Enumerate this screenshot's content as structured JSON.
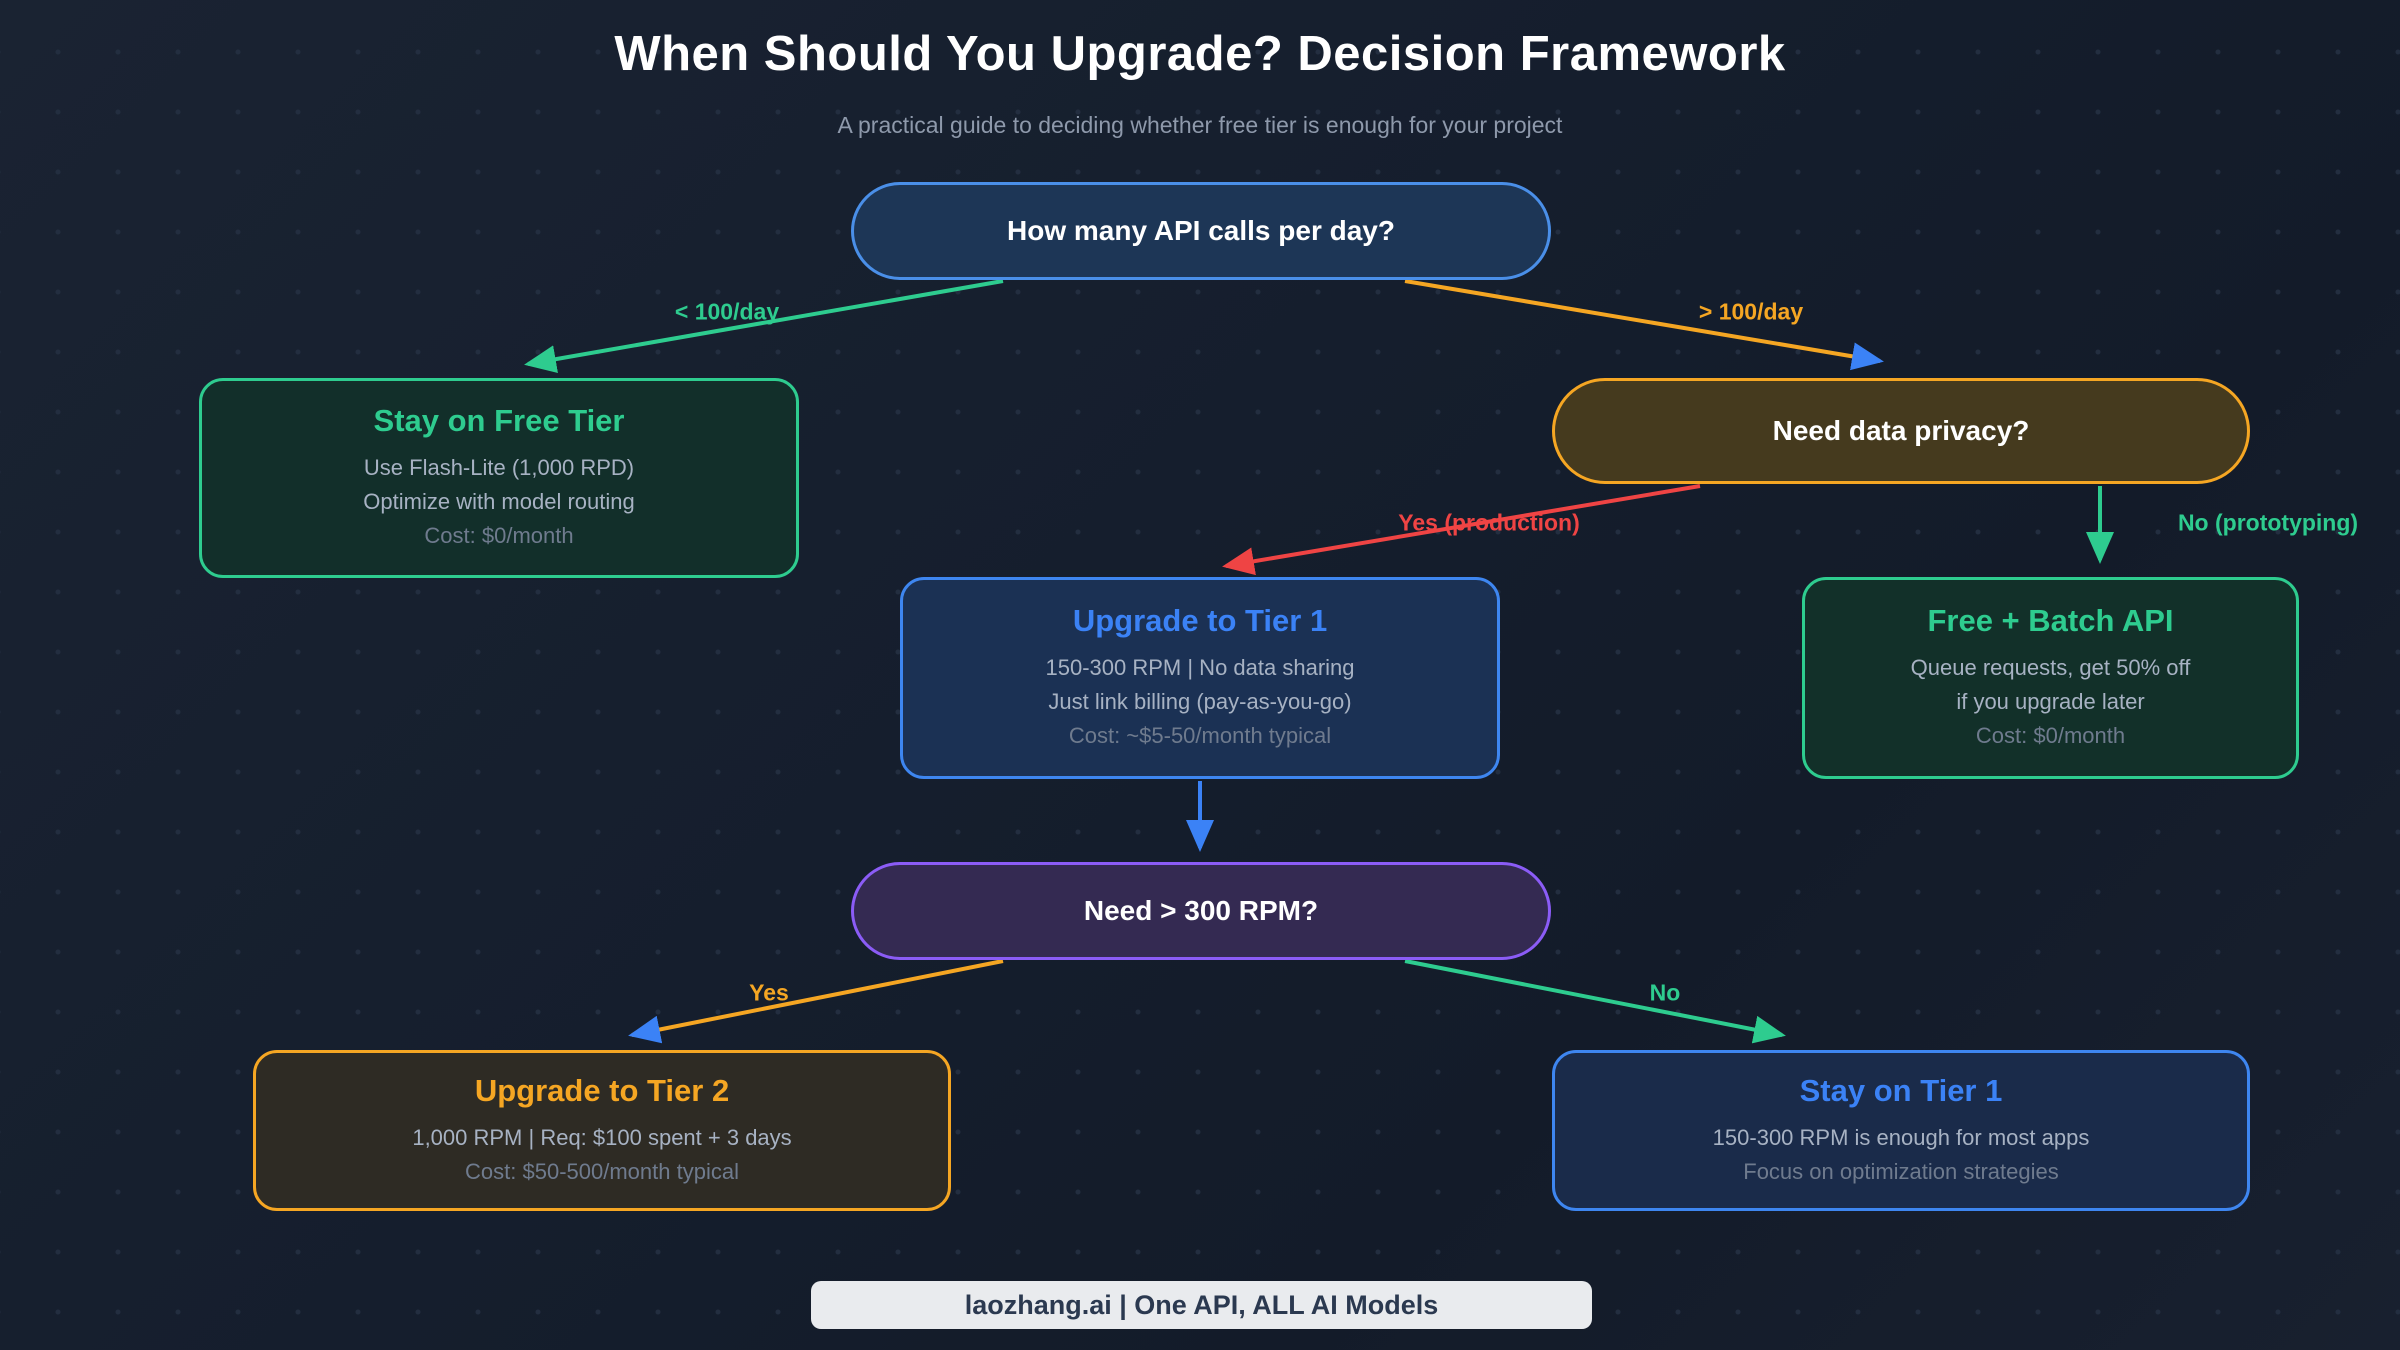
{
  "page": {
    "title": "When Should You Upgrade? Decision Framework",
    "subtitle": "A practical guide to deciding whether free tier is enough for your project",
    "footer": "laozhang.ai | One API, ALL AI Models"
  },
  "colors": {
    "background": "#151e2d",
    "green": "#2ecc8f",
    "orange": "#f5a623",
    "blue": "#3b82f6",
    "purple": "#8b5cf6",
    "red": "#ef4444",
    "body_text": "#a7b2c3",
    "muted_text": "#6f7b8e"
  },
  "nodes": {
    "q_calls": {
      "label": "How many API calls per day?"
    },
    "free_tier": {
      "title": "Stay on Free Tier",
      "line1": "Use Flash-Lite (1,000 RPD)",
      "line2": "Optimize with model routing",
      "cost": "Cost: $0/month"
    },
    "q_privacy": {
      "label": "Need data privacy?"
    },
    "tier1": {
      "title": "Upgrade to Tier 1",
      "line1": "150-300 RPM | No data sharing",
      "line2": "Just link billing (pay-as-you-go)",
      "cost": "Cost: ~$5-50/month typical"
    },
    "batch": {
      "title": "Free + Batch API",
      "line1": "Queue requests, get 50% off",
      "line2": "if you upgrade later",
      "cost": "Cost: $0/month"
    },
    "q_rpm": {
      "label": "Need > 300 RPM?"
    },
    "tier2": {
      "title": "Upgrade to Tier 2",
      "line1": "1,000 RPM | Req: $100 spent + 3 days",
      "cost": "Cost: $50-500/month typical"
    },
    "stay_tier1": {
      "title": "Stay on Tier 1",
      "line1": "150-300 RPM is enough for most apps",
      "line2": "Focus on optimization strategies"
    }
  },
  "edges": {
    "lt100": {
      "label": "< 100/day"
    },
    "gt100": {
      "label": "> 100/day"
    },
    "yes_production": {
      "label": "Yes (production)"
    },
    "no_prototyping": {
      "label": "No (prototyping)"
    },
    "yes": {
      "label": "Yes"
    },
    "no": {
      "label": "No"
    }
  }
}
